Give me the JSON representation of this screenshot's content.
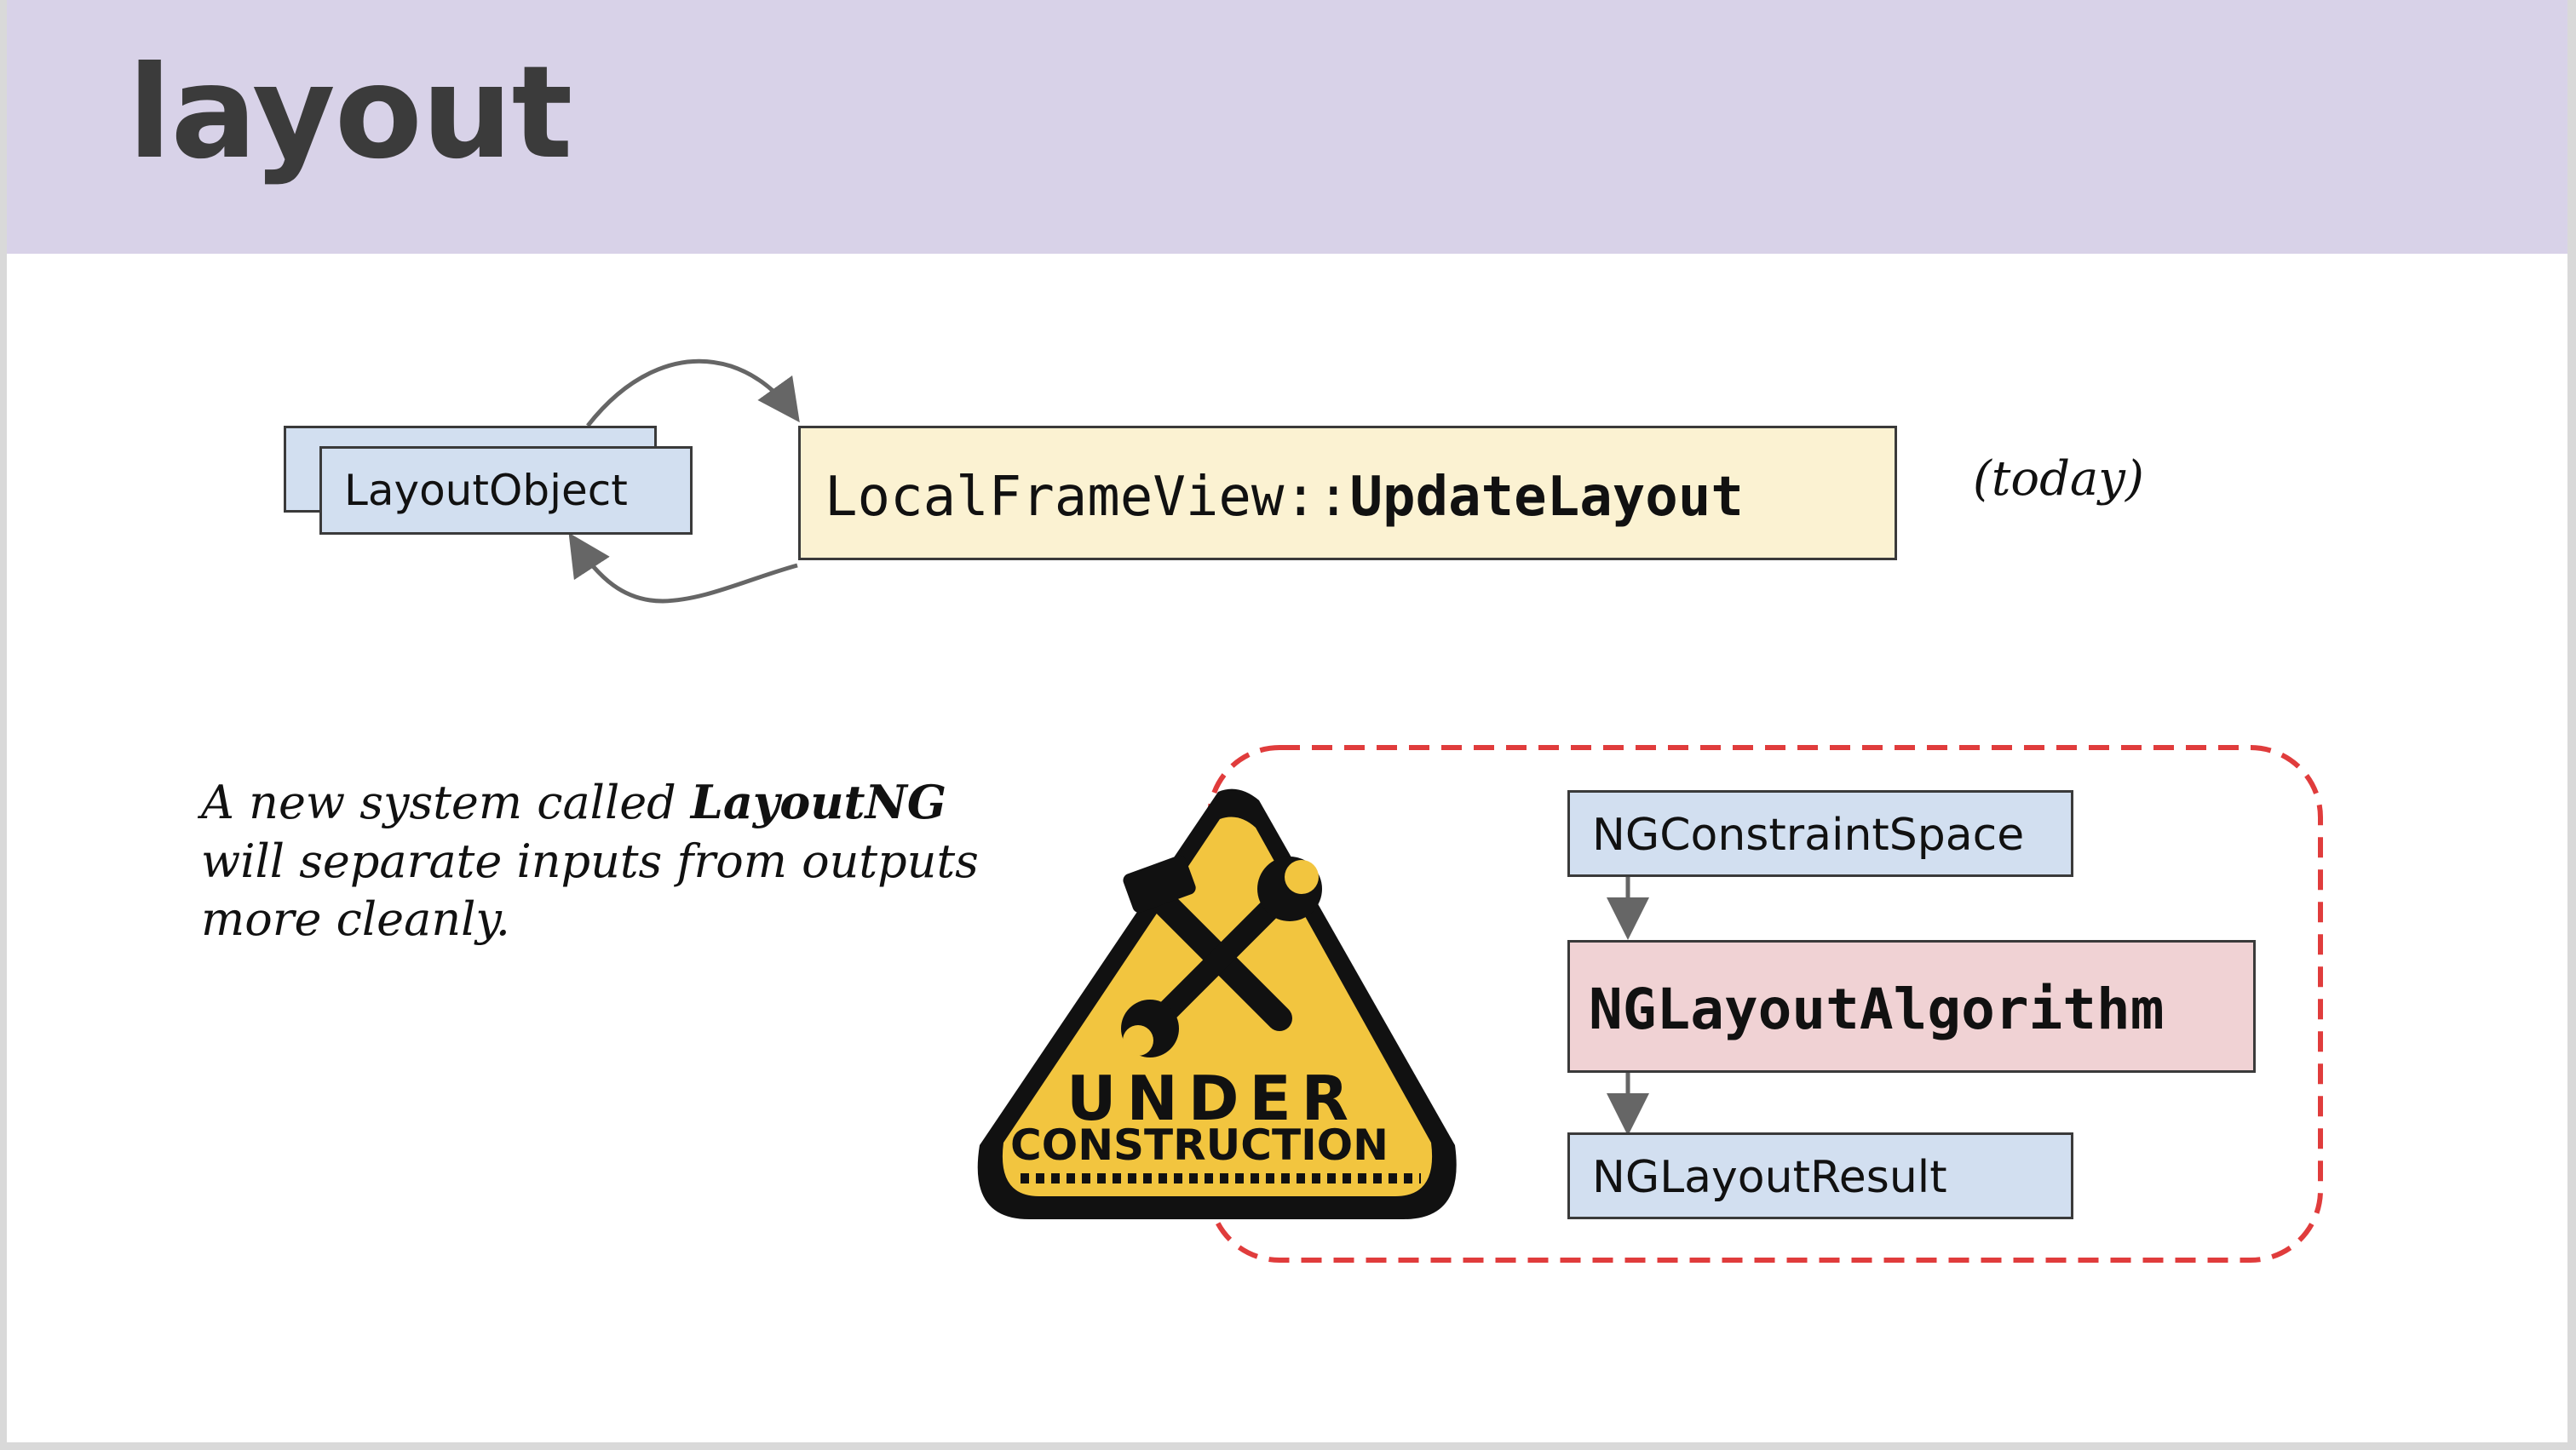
{
  "slide": {
    "title": "layout"
  },
  "top_diagram": {
    "layout_object_label": "LayoutObject",
    "update_prefix": "LocalFrameView::",
    "update_method": "UpdateLayout",
    "today_note": "(today)"
  },
  "description": {
    "line1_prefix": "A new system called ",
    "line1_bold": "LayoutNG",
    "line2": "will separate inputs from outputs",
    "line3": "more cleanly."
  },
  "sign": {
    "line1": "UNDER",
    "line2": "CONSTRUCTION"
  },
  "ng_diagram": {
    "constraint_space": "NGConstraintSpace",
    "algorithm": "NGLayoutAlgorithm",
    "result": "NGLayoutResult"
  },
  "colors": {
    "header_band": "#d8d2e8",
    "input_box": "#d2dff0",
    "update_box": "#fbf2d2",
    "algorithm_box": "#f0d2d4",
    "dashed_border": "#e03c3c",
    "sign_yellow": "#f2c53f"
  }
}
